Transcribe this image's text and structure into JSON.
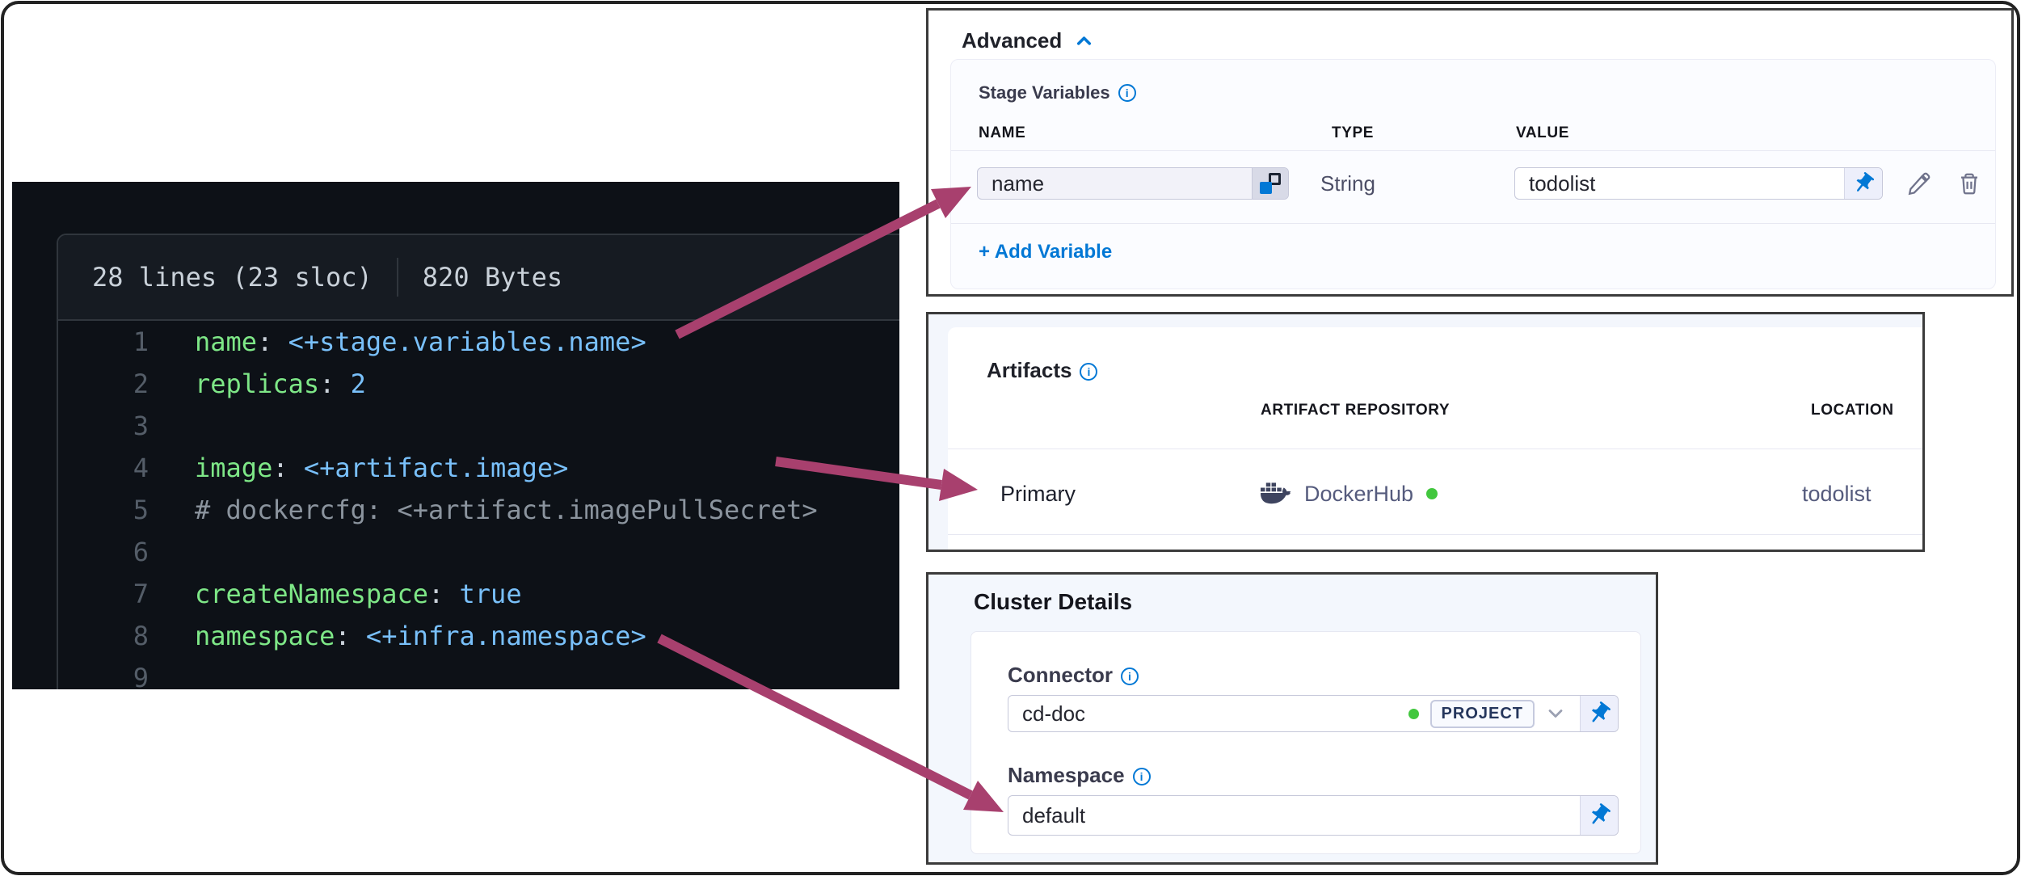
{
  "colors": {
    "accent_blue": "#0278d5",
    "arrow_pink": "#a8406e",
    "success_green": "#42c73e",
    "code_key_green": "#7ee787",
    "code_value_blue": "#79c0fa",
    "code_comment_gray": "#8b949e",
    "panel_border": "#3b3b3b",
    "code_bg": "#0d1117"
  },
  "code_panel": {
    "header": {
      "lines_info": "28 lines (23 sloc)",
      "size_info": "820 Bytes"
    },
    "lines": [
      {
        "num": "1",
        "tokens": [
          [
            "key",
            "name"
          ],
          [
            "punct",
            ": "
          ],
          [
            "expr",
            "<+stage.variables.name>"
          ]
        ]
      },
      {
        "num": "2",
        "tokens": [
          [
            "key",
            "replicas"
          ],
          [
            "punct",
            ": "
          ],
          [
            "num",
            "2"
          ]
        ]
      },
      {
        "num": "3",
        "tokens": []
      },
      {
        "num": "4",
        "tokens": [
          [
            "key",
            "image"
          ],
          [
            "punct",
            ": "
          ],
          [
            "expr",
            "<+artifact.image>"
          ]
        ]
      },
      {
        "num": "5",
        "tokens": [
          [
            "comment",
            "# dockercfg: <+artifact.imagePullSecret>"
          ]
        ]
      },
      {
        "num": "6",
        "tokens": []
      },
      {
        "num": "7",
        "tokens": [
          [
            "key",
            "createNamespace"
          ],
          [
            "punct",
            ": "
          ],
          [
            "bool",
            "true"
          ]
        ]
      },
      {
        "num": "8",
        "tokens": [
          [
            "key",
            "namespace"
          ],
          [
            "punct",
            ": "
          ],
          [
            "expr",
            "<+infra.namespace>"
          ]
        ]
      },
      {
        "num": "9",
        "tokens": []
      }
    ]
  },
  "advanced_panel": {
    "title": "Advanced",
    "section_title": "Stage Variables",
    "columns": [
      "NAME",
      "TYPE",
      "VALUE"
    ],
    "row": {
      "name_placeholder": "name",
      "type": "String",
      "value": "todolist"
    },
    "add_variable_label": "+ Add Variable"
  },
  "artifacts_panel": {
    "title": "Artifacts",
    "columns": [
      "ARTIFACT REPOSITORY",
      "LOCATION"
    ],
    "row": {
      "label": "Primary",
      "repository": "DockerHub",
      "location": "todolist"
    }
  },
  "cluster_panel": {
    "title": "Cluster Details",
    "connector_label": "Connector",
    "connector_value": "cd-doc",
    "connector_scope": "PROJECT",
    "namespace_label": "Namespace",
    "namespace_value": "default"
  }
}
